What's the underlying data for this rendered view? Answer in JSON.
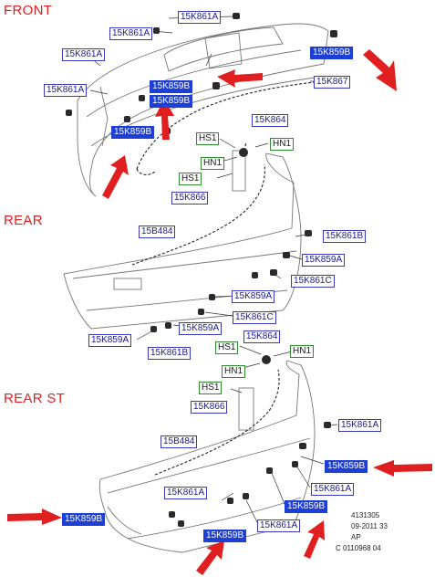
{
  "sections": {
    "front": "FRONT",
    "rear": "REAR",
    "rear_st": "REAR ST"
  },
  "labels": [
    {
      "id": "front-15k861a-top",
      "text": "15K861A",
      "style": "normal"
    },
    {
      "id": "front-15k861a-2",
      "text": "15K861A",
      "style": "normal"
    },
    {
      "id": "front-15k861a-3",
      "text": "15K861A",
      "style": "normal"
    },
    {
      "id": "front-15k861a-4",
      "text": "15K861A",
      "style": "normal"
    },
    {
      "id": "front-15k859b-right",
      "text": "15K859B",
      "style": "highlight"
    },
    {
      "id": "front-15k859b-mid1",
      "text": "15K859B",
      "style": "highlight"
    },
    {
      "id": "front-15k859b-mid2",
      "text": "15K859B",
      "style": "highlight"
    },
    {
      "id": "front-15k859b-left",
      "text": "15K859B",
      "style": "highlight"
    },
    {
      "id": "front-15k867",
      "text": "15K867",
      "style": "normal"
    },
    {
      "id": "rear-15k864",
      "text": "15K864",
      "style": "normal"
    },
    {
      "id": "rear-hs1-a",
      "text": "HS1",
      "style": "green"
    },
    {
      "id": "rear-hn1-a",
      "text": "HN1",
      "style": "green"
    },
    {
      "id": "rear-hn1-b",
      "text": "HN1",
      "style": "green"
    },
    {
      "id": "rear-hs1-b",
      "text": "HS1",
      "style": "green"
    },
    {
      "id": "rear-15k866",
      "text": "15K866",
      "style": "normal"
    },
    {
      "id": "rear-15b484",
      "text": "15B484",
      "style": "normal"
    },
    {
      "id": "rear-15k861b-r",
      "text": "15K861B",
      "style": "normal"
    },
    {
      "id": "rear-15k859a-r",
      "text": "15K859A",
      "style": "normal"
    },
    {
      "id": "rear-15k861c-r",
      "text": "15K861C",
      "style": "normal"
    },
    {
      "id": "rear-15k859a-m",
      "text": "15K859A",
      "style": "normal"
    },
    {
      "id": "rear-15k861c-m",
      "text": "15K861C",
      "style": "normal"
    },
    {
      "id": "rear-15k859a-c",
      "text": "15K859A",
      "style": "normal"
    },
    {
      "id": "rear-15k859a-l",
      "text": "15K859A",
      "style": "normal"
    },
    {
      "id": "rear-15k861b-l",
      "text": "15K861B",
      "style": "normal"
    },
    {
      "id": "st-15k864",
      "text": "15K864",
      "style": "normal"
    },
    {
      "id": "st-hs1-a",
      "text": "HS1",
      "style": "green"
    },
    {
      "id": "st-hn1-a",
      "text": "HN1",
      "style": "green"
    },
    {
      "id": "st-hn1-b",
      "text": "HN1",
      "style": "green"
    },
    {
      "id": "st-hs1-b",
      "text": "HS1",
      "style": "green"
    },
    {
      "id": "st-15k866",
      "text": "15K866",
      "style": "normal"
    },
    {
      "id": "st-15k861a-r",
      "text": "15K861A",
      "style": "normal"
    },
    {
      "id": "st-15b484",
      "text": "15B484",
      "style": "normal"
    },
    {
      "id": "st-15k859b-r",
      "text": "15K859B",
      "style": "highlight"
    },
    {
      "id": "st-15k861a-m",
      "text": "15K861A",
      "style": "normal"
    },
    {
      "id": "st-15k861a-c",
      "text": "15K861A",
      "style": "normal"
    },
    {
      "id": "st-15k859b-c",
      "text": "15K859B",
      "style": "highlight"
    },
    {
      "id": "st-15k859b-l",
      "text": "15K859B",
      "style": "highlight"
    },
    {
      "id": "st-15k859b-b",
      "text": "15K859B",
      "style": "highlight"
    },
    {
      "id": "st-15k861a-b",
      "text": "15K861A",
      "style": "normal"
    }
  ],
  "footer": {
    "line1": "4131305",
    "line2": "09-2011 33",
    "line3": "AP",
    "line4": "C 0110968 04"
  },
  "colors": {
    "arrow": "#e02020",
    "highlight": "#1d3fd6",
    "label_border": "#3a3ac0",
    "green_border": "#2e8b2e"
  }
}
